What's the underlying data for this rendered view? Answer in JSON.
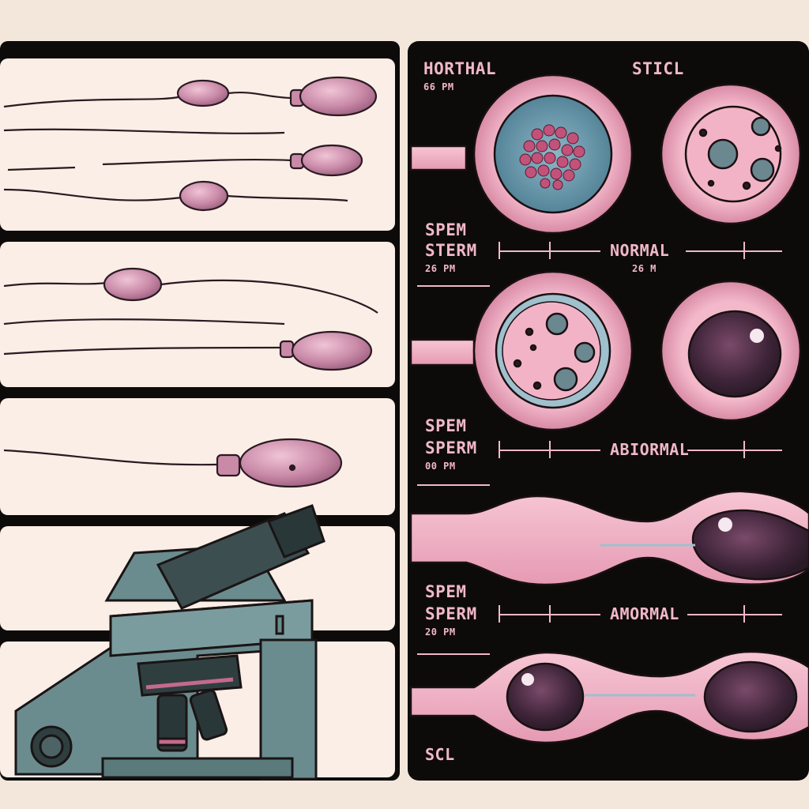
{
  "colors": {
    "background": "#f3e7dc",
    "panel_dark": "#0d0a0a",
    "panel_light": "#fbeee6",
    "sperm_pink": "#c98aa8",
    "sperm_outline": "#2a1a22",
    "label_pink": "#f0b8c8",
    "cell_ring": "#e9a8bd",
    "microscope": "#6b8c8e"
  },
  "right_panel": {
    "top_left_title": "HORTHAL",
    "top_left_time": "66 PM",
    "top_right_title": "STICL",
    "row1": {
      "label_a": "SPEM",
      "label_b": "STERM",
      "time": "26 PM",
      "center": "NORMAL",
      "center_time": "26 M"
    },
    "row2": {
      "label_a": "SPEM",
      "label_b": "SPERM",
      "time": "00 PM",
      "center": "ABIORMAL"
    },
    "row3": {
      "label_a": "SPEM",
      "label_b": "SPERM",
      "time": "20 PM",
      "center": "AMORMAL"
    },
    "bottom_left": "SCL"
  },
  "icons": {
    "microscope": "microscope-icon",
    "sperm": "sperm-cell-icon"
  }
}
